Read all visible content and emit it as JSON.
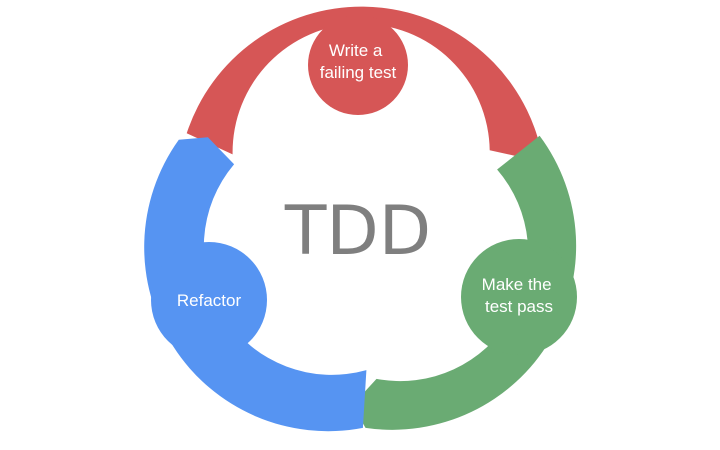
{
  "center": {
    "label": "TDD"
  },
  "stages": [
    {
      "id": "write",
      "lines": [
        "Write a",
        "failing test"
      ],
      "color": "#d65656"
    },
    {
      "id": "pass",
      "lines": [
        "Make the",
        "test pass"
      ],
      "color": "#6aab73"
    },
    {
      "id": "refactor",
      "lines": [
        "Refactor"
      ],
      "color": "#5694f2"
    }
  ]
}
